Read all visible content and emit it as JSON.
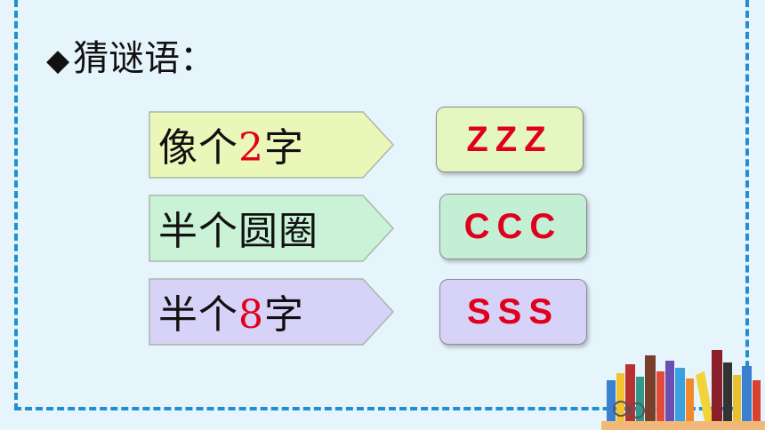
{
  "heading": {
    "bullet": "◆",
    "text": "猜谜语："
  },
  "clues": [
    {
      "parts": [
        "像个",
        "2",
        "字"
      ],
      "color": "#eaf7b8"
    },
    {
      "parts": [
        "半个圆圈",
        "",
        ""
      ],
      "color": "#c9f2d6"
    },
    {
      "parts": [
        "半个",
        "8",
        "字"
      ],
      "color": "#d7d2f7"
    }
  ],
  "answers": [
    {
      "text": "ZZZ",
      "color": "#e4f7c0"
    },
    {
      "text": "CCC",
      "color": "#c3f0d5"
    },
    {
      "text": "SSS",
      "color": "#d7d2f7"
    }
  ]
}
